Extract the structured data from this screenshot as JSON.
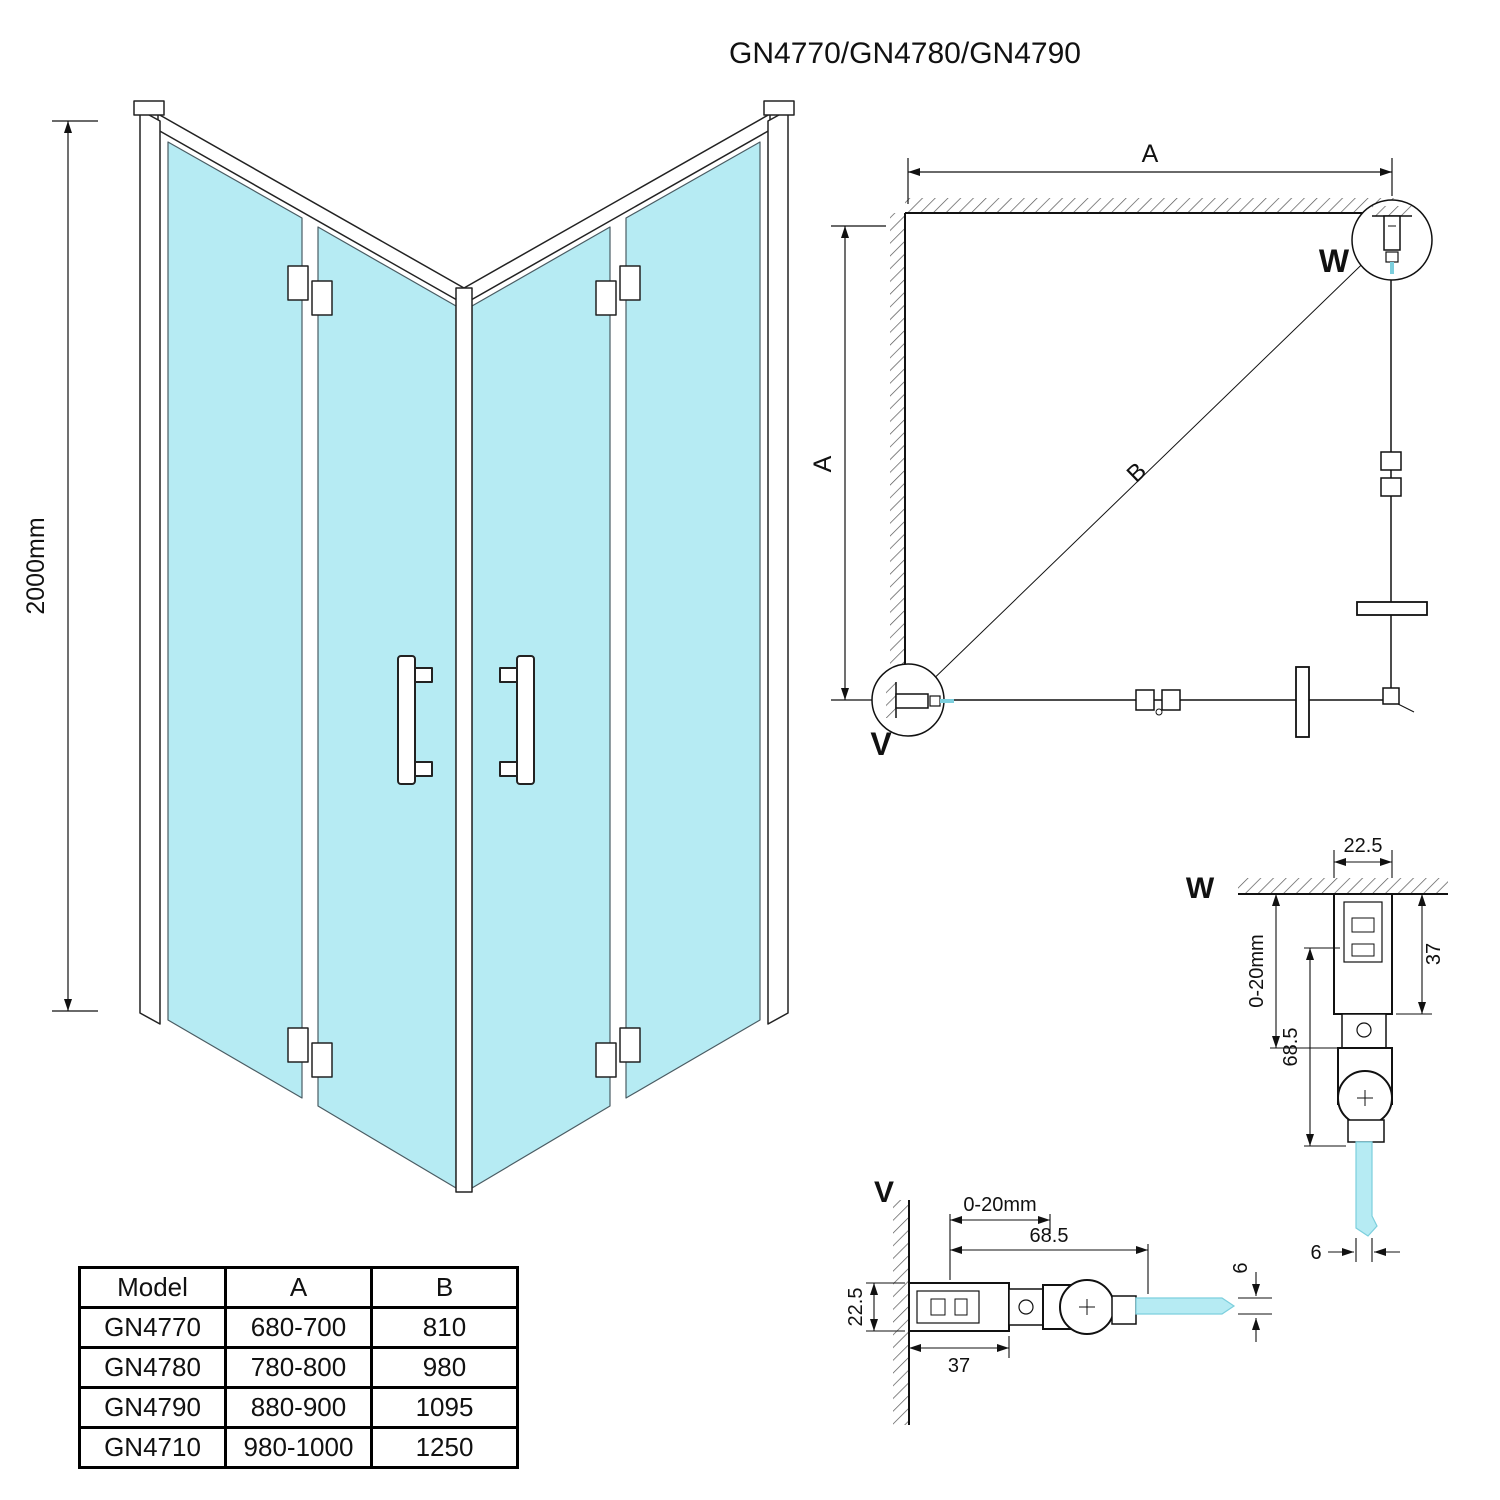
{
  "title": "GN4770/GN4780/GN4790",
  "colors": {
    "glass": "#b6ebf3",
    "line": "#111111"
  },
  "iso": {
    "height_label": "2000mm"
  },
  "plan": {
    "dim_top": "A",
    "dim_left": "A",
    "dim_diag": "B",
    "detail_top_label": "W",
    "detail_bottom_label": "V"
  },
  "detail_w": {
    "label": "W",
    "profile_width": "22.5",
    "profile_depth": "37",
    "wall_adjust": "0-20mm",
    "hinge_depth": "68.5",
    "glass_thickness": "6"
  },
  "detail_v": {
    "label": "V",
    "wall_adjust": "0-20mm",
    "hinge_depth": "68.5",
    "profile_width": "22.5",
    "profile_depth": "37",
    "glass_thickness": "6"
  },
  "table": {
    "headers": [
      "Model",
      "A",
      "B"
    ],
    "rows": [
      [
        "GN4770",
        "680-700",
        "810"
      ],
      [
        "GN4780",
        "780-800",
        "980"
      ],
      [
        "GN4790",
        "880-900",
        "1095"
      ],
      [
        "GN4710",
        "980-1000",
        "1250"
      ]
    ]
  }
}
